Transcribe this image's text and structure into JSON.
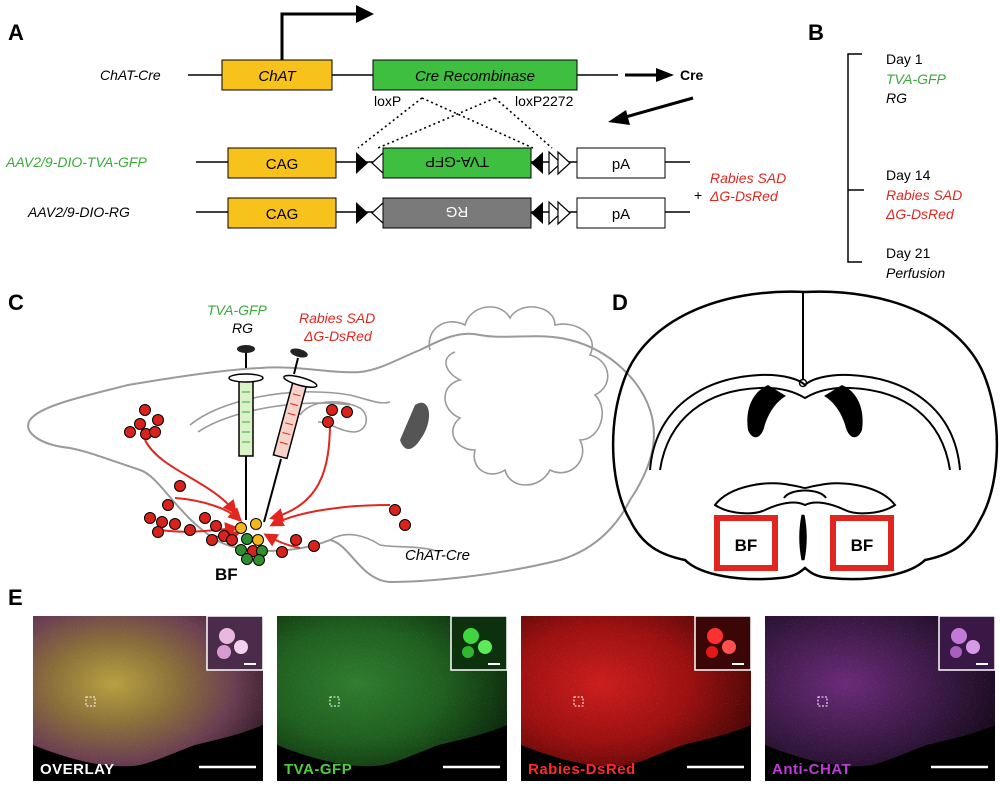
{
  "colors": {
    "orange": "#f7c21c",
    "green_box": "#3fbf3f",
    "green_text": "#3aa83a",
    "gray_box": "#7a7a7a",
    "red": "#e0261f",
    "dot_red": "#d8221c",
    "dot_orange": "#f5b81b",
    "dot_green": "#2f8f2f",
    "overlay_label": "#ffffff",
    "gfp_label": "#4ccf3a",
    "dsred_label": "#ff2a2a",
    "chat_label": "#c03ad8"
  },
  "panelA": {
    "letter": "A",
    "row1_name": "ChAT-Cre",
    "chat_box": "ChAT",
    "cre_box": "Cre Recombinase",
    "cre_out": "Cre",
    "loxp": "loxP",
    "loxp2272": "loxP2272",
    "row2_name": "AAV2/9-DIO-TVA-GFP",
    "row3_name": "AAV2/9-DIO-RG",
    "cag": "CAG",
    "tva_box": "TVA-GFP",
    "rg_box": "RG",
    "pa": "pA",
    "plus": "+",
    "rabies_1": "Rabies SAD",
    "rabies_2": "ΔG-DsRed"
  },
  "panelB": {
    "letter": "B",
    "day1": "Day 1",
    "day1_a": "TVA-GFP",
    "day1_b": "RG",
    "day14": "Day 14",
    "day14_a": "Rabies SAD",
    "day14_b": "ΔG-DsRed",
    "day21": "Day 21",
    "day21_a": "Perfusion"
  },
  "panelC": {
    "letter": "C",
    "inj1_a": "TVA-GFP",
    "inj1_b": "RG",
    "inj2_a": "Rabies SAD",
    "inj2_b": "ΔG-DsRed",
    "bf": "BF",
    "mouse": "ChAT-Cre"
  },
  "panelD": {
    "letter": "D",
    "bf_left": "BF",
    "bf_right": "BF"
  },
  "panelE": {
    "letter": "E",
    "labels": [
      "OVERLAY",
      "TVA-GFP",
      "Rabies-DsRed",
      "Anti-CHAT"
    ]
  }
}
